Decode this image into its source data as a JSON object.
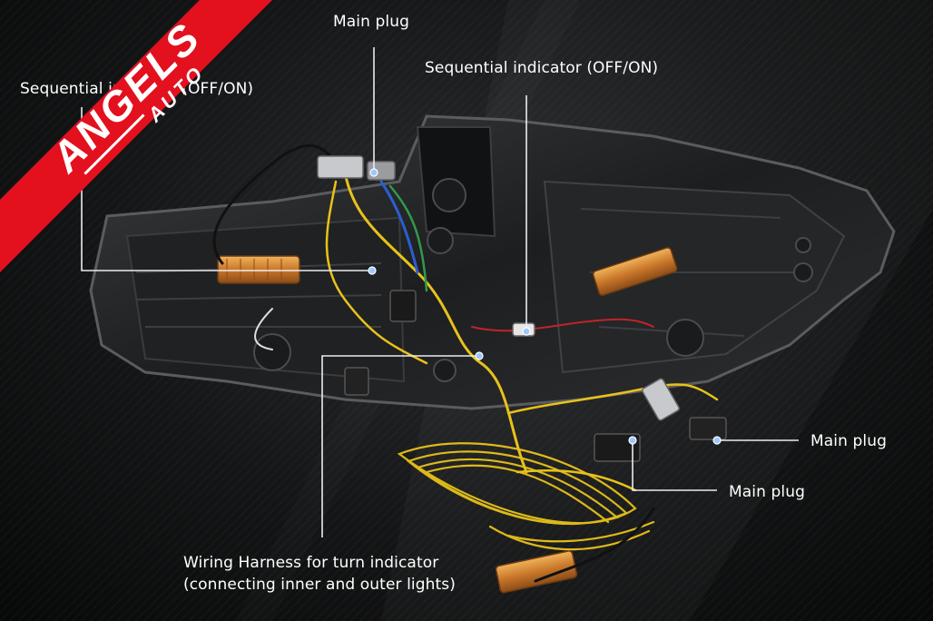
{
  "logo": {
    "brand": "ANGELS",
    "sub": "AUTO",
    "color": "#e3101e"
  },
  "labels": {
    "main_plug_top": "Main plug",
    "sequential_left": "Sequential indicator (OFF/ON)",
    "sequential_right": "Sequential indicator (OFF/ON)",
    "main_plug_right": "Main plug",
    "main_plug_lower": "Main plug",
    "wiring_harness": "Wiring Harness for turn indicator\n(connecting inner and outer lights)"
  },
  "colors": {
    "wire_yellow": "#e8c21a",
    "wire_blue": "#2a5fd0",
    "wire_red": "#c0242a",
    "wire_green": "#2f9a4a",
    "resistor": "#d58a2c",
    "callout_dot": "#9cc8ff"
  }
}
